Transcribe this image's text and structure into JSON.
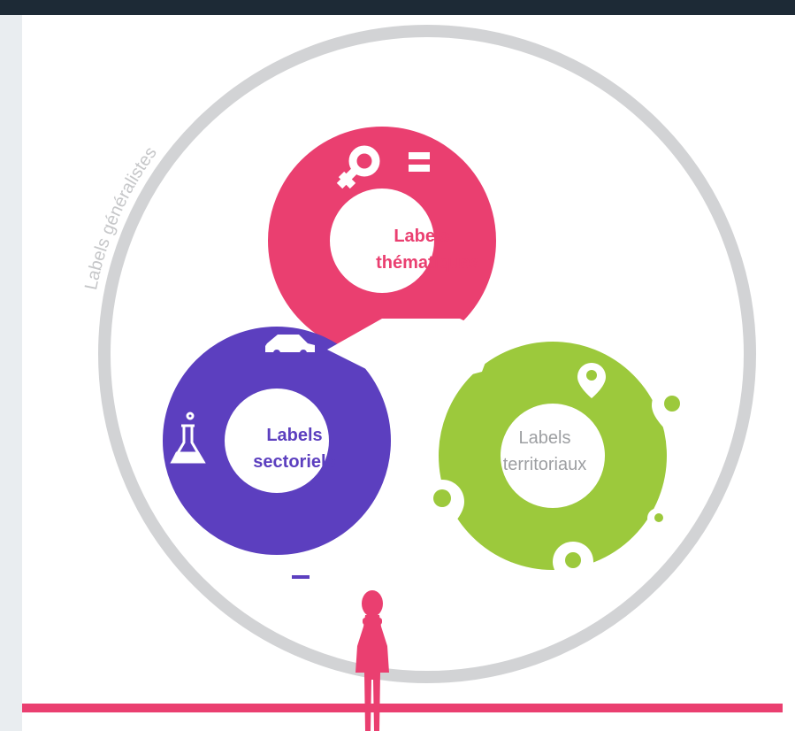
{
  "labels": {
    "outer": "Labels généralistes",
    "thematic": {
      "line1": "Labels",
      "line2": "thématiques"
    },
    "sectoral": {
      "line1": "Labels",
      "line2": "sectoriels"
    },
    "territorial": {
      "line1": "Labels",
      "line2": "territoriaux"
    }
  },
  "colors": {
    "thematic": "#ea3f70",
    "sectoral": "#5c3fbf",
    "territorial": "#9cc93c",
    "outer_ring": "#d2d3d5",
    "outer_text": "#c6c7c9",
    "territorial_text": "#9d9fa2",
    "background": "#ffffff"
  },
  "icons": {
    "thematic": [
      "female-symbol-icon",
      "equals-icon",
      "male-symbol-icon"
    ],
    "sectoral": [
      "car-icon",
      "flask-icon",
      "factory-icon"
    ],
    "territorial": [
      "map-pin-icon",
      "map-pin-icon",
      "map-pin-icon",
      "map-pin-icon",
      "map-pin-icon"
    ],
    "figure": "woman-silhouette-icon"
  }
}
